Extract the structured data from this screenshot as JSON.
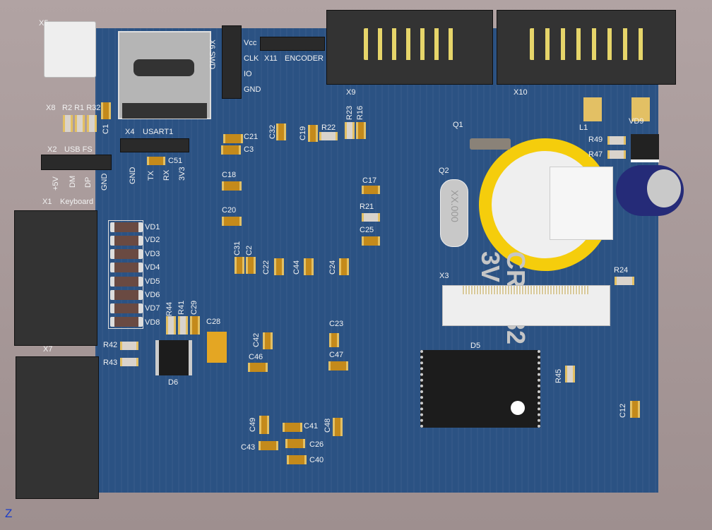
{
  "labels": [
    "X5",
    "X8",
    "R2 R1 R32",
    "C1",
    "X4",
    "USART1",
    "X2",
    "USB FS",
    "+5V",
    "DM",
    "DP",
    "GND",
    "GND",
    "TX",
    "RX",
    "3V3",
    "C51",
    "X6 SWD",
    "Vcc",
    "CLK",
    "IO",
    "GND",
    "X11",
    "ENCODER",
    "X9",
    "X10",
    "L1",
    "VD9",
    "R49",
    "R47",
    "Q1",
    "Q2",
    "C21",
    "C3",
    "C32",
    "C19",
    "R22",
    "R23",
    "R16",
    "C18",
    "C17",
    "R21",
    "C25",
    "C20",
    "C31",
    "C2",
    "C22",
    "C44",
    "C24",
    "X1",
    "Keyboard",
    "VD1",
    "VD2",
    "VD3",
    "VD4",
    "VD5",
    "VD6",
    "VD7",
    "VD8",
    "X7",
    "R42",
    "R43",
    "R44",
    "R41",
    "C29",
    "C28",
    "D6",
    "C42",
    "C46",
    "C23",
    "C47",
    "D5",
    "R45",
    "C12",
    "R24",
    "X3",
    "C49",
    "C41",
    "C48",
    "C43",
    "C26",
    "C40",
    "Z"
  ],
  "battery": {
    "line1": "CR2032",
    "line2": "3V"
  },
  "crystal": "XX.000"
}
